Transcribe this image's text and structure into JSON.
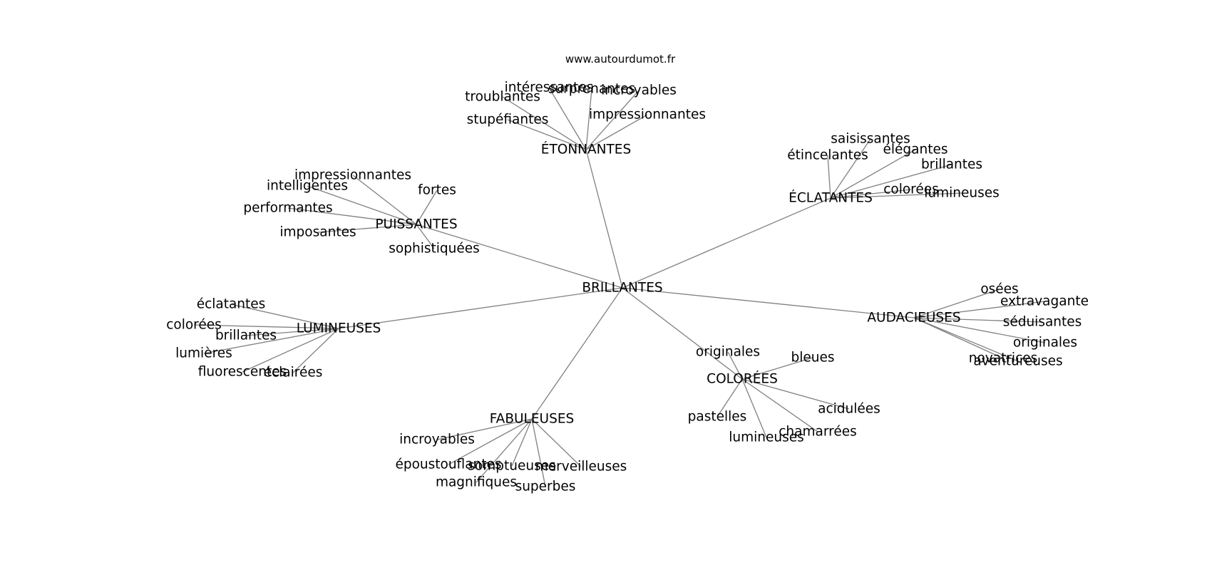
{
  "source": "www.autourdumot.fr",
  "colors": {
    "edge": "#808080",
    "text": "#000000",
    "background": "#ffffff"
  },
  "graph": {
    "root": "BRILLANTES",
    "groups": [
      {
        "id": "etonnantes",
        "label": "ÉTONNANTES",
        "children": [
          "intéressantes",
          "surprenantes",
          "incroyables",
          "troublantes",
          "stupéfiantes",
          "impressionnantes"
        ]
      },
      {
        "id": "eclatantes",
        "label": "ÉCLATANTES",
        "children": [
          "saisissantes",
          "étincelantes",
          "élégantes",
          "brillantes",
          "colorées",
          "lumineuses"
        ]
      },
      {
        "id": "puissantes",
        "label": "PUISSANTES",
        "children": [
          "impressionnantes",
          "intelligentes",
          "fortes",
          "performantes",
          "imposantes",
          "sophistiquées"
        ]
      },
      {
        "id": "lumineuses",
        "label": "LUMINEUSES",
        "children": [
          "éclatantes",
          "colorées",
          "brillantes",
          "lumières",
          "fluorescentes",
          "éclairées"
        ]
      },
      {
        "id": "audacieuses",
        "label": "AUDACIEUSES",
        "children": [
          "osées",
          "extravagante",
          "séduisantes",
          "originales",
          "novatrices",
          "aventureuses"
        ]
      },
      {
        "id": "colorees",
        "label": "COLORÉES",
        "children": [
          "originales",
          "bleues",
          "acidulées",
          "pastelles",
          "chamarrées",
          "lumineuses"
        ]
      },
      {
        "id": "fabuleuses",
        "label": "FABULEUSES",
        "children": [
          "incroyables",
          "époustouflantes",
          "somptueuses",
          "merveilleuses",
          "magnifiques",
          "superbes"
        ]
      }
    ]
  }
}
